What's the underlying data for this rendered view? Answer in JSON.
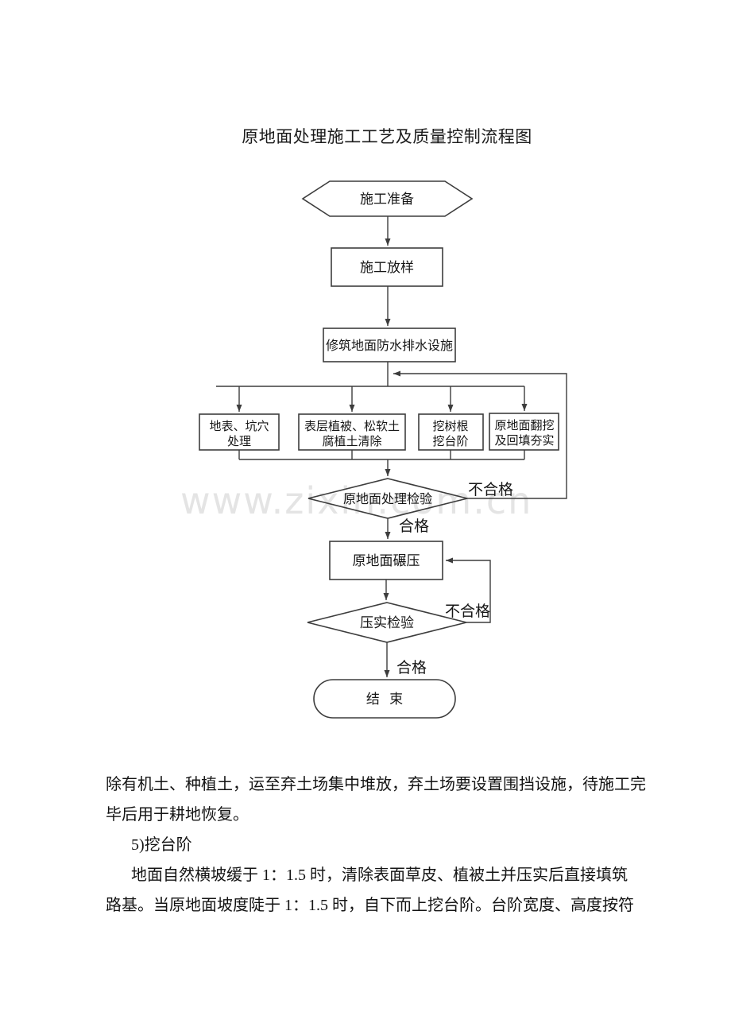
{
  "page": {
    "title": "原地面处理施工工艺及质量控制流程图",
    "watermark": "www.zixin.com.cn"
  },
  "flowchart": {
    "start": "施工准备",
    "layout": "施工放样",
    "drainage": "修筑地面防水排水设施",
    "parallel": [
      {
        "line1": "地表、坑穴",
        "line2": "处理"
      },
      {
        "line1": "表层植被、松软土",
        "line2": "腐植土清除"
      },
      {
        "line1": "挖树根",
        "line2": "挖台阶"
      },
      {
        "line1": "原地面翻挖",
        "line2": "及回填夯实"
      }
    ],
    "check1": "原地面处理检验",
    "fail1": "不合格",
    "pass1": "合格",
    "rolling": "原地面碾压",
    "check2": "压实检验",
    "fail2": "不合格",
    "pass2": "合格",
    "end": "结 束"
  },
  "body": {
    "lines": [
      {
        "text": "除有机土、种植土，运至弃土场集中堆放，弃土场要设置围挡设施，待施工完"
      },
      {
        "text": "毕后用于耕地恢复。"
      },
      {
        "text": "5)挖台阶"
      },
      {
        "text": "地面自然横坡缓于 1：1.5 时，清除表面草皮、植被土并压实后直接填筑"
      },
      {
        "text": "路基。当原地面坡度陡于 1：1.5 时，自下而上挖台阶。台阶宽度、高度按符"
      }
    ]
  }
}
